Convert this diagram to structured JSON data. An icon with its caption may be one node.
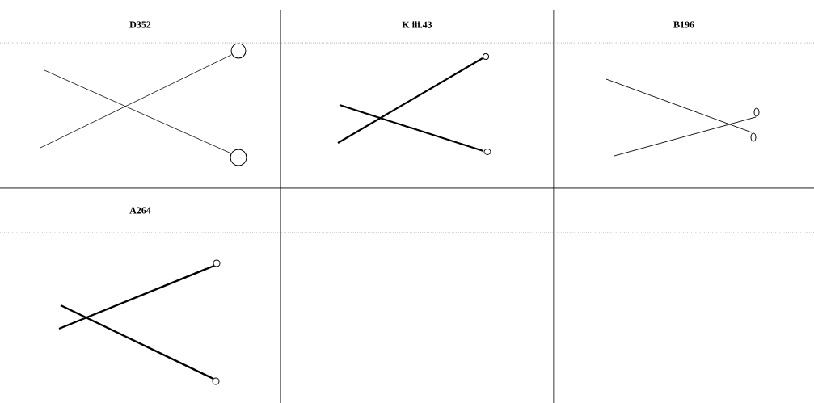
{
  "diagram": {
    "labels": [
      "D352",
      "K iii.43",
      "B196",
      "A264"
    ]
  }
}
